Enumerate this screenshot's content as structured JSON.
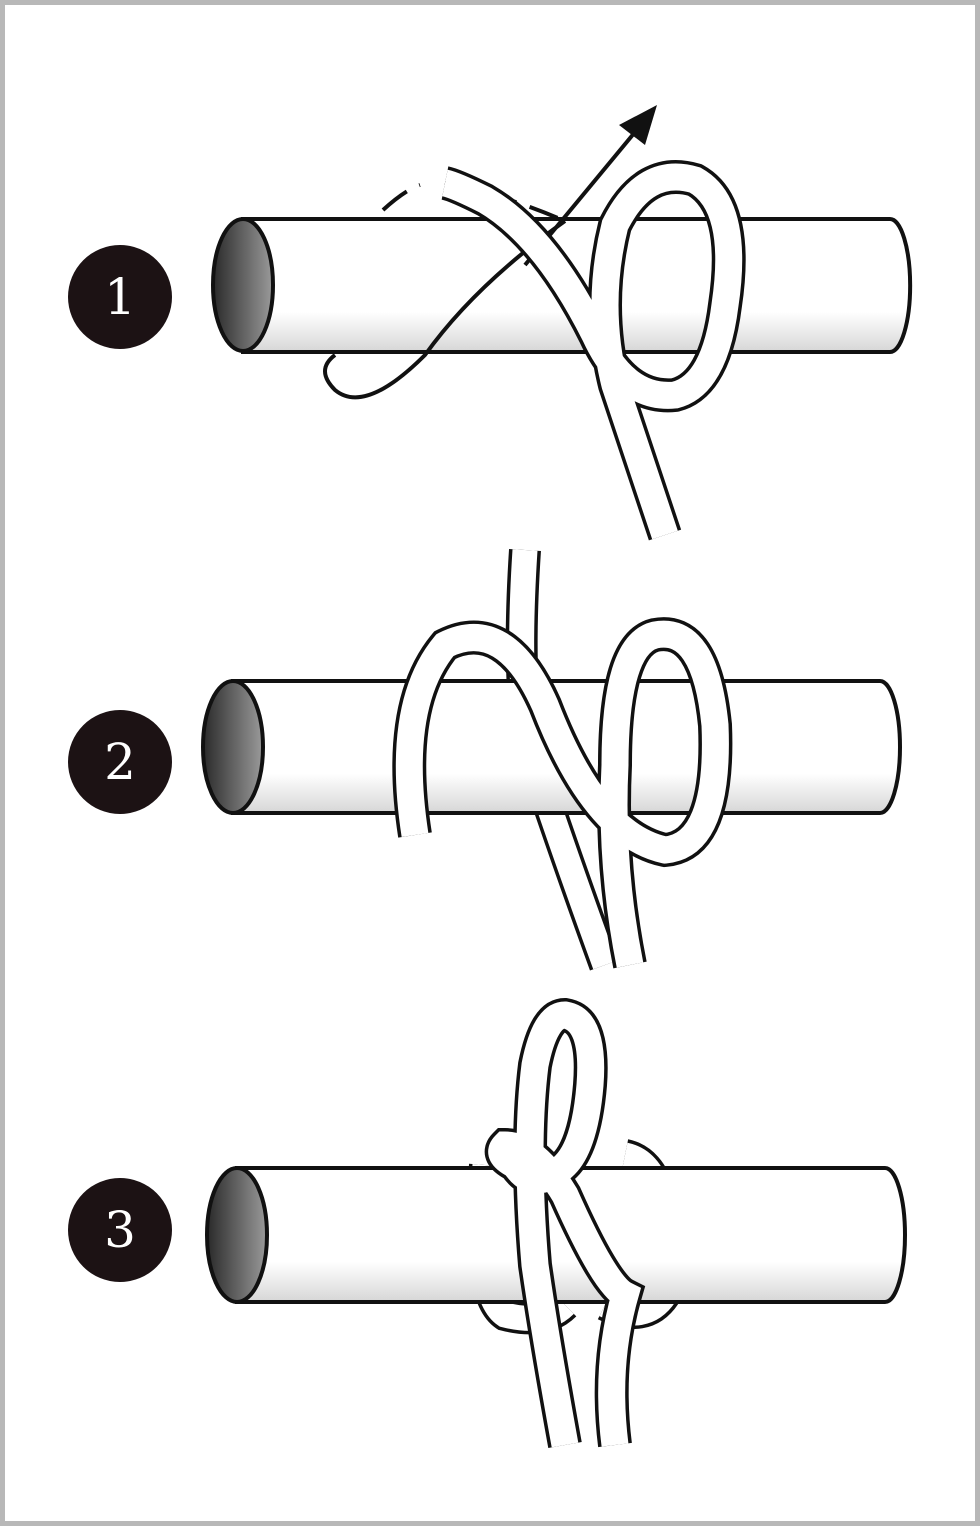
{
  "steps": [
    {
      "number": "1"
    },
    {
      "number": "2"
    },
    {
      "number": "3"
    }
  ],
  "colors": {
    "badge": "#1c1214",
    "outline": "#111111",
    "frame": "#b8b8b8"
  }
}
